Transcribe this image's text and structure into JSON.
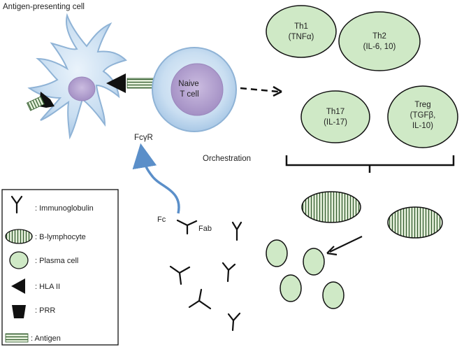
{
  "apc_label": "Antigen-presenting cell",
  "naive_cell": {
    "line1": "Naive",
    "line2": "T cell"
  },
  "fcgr_label": "FcγR",
  "orchestration_label": "Orchestration",
  "fc_label": "Fc",
  "fab_label": "Fab",
  "th_cells": [
    {
      "line1": "Th1",
      "line2": "(TNFα)",
      "line3": ""
    },
    {
      "line1": "Th2",
      "line2": "(IL-6, 10)",
      "line3": ""
    },
    {
      "line1": "Th17",
      "line2": "(IL-17)",
      "line3": ""
    },
    {
      "line1": "Treg",
      "line2": "(TGFβ,",
      "line3": "IL-10)"
    }
  ],
  "legend": [
    {
      "label": ": Immunoglobulin"
    },
    {
      "label": ": B-lymphocyte"
    },
    {
      "label": ": Plasma cell"
    },
    {
      "label": ": HLA II"
    },
    {
      "label": ": PRR"
    },
    {
      "label": ": Antigen"
    }
  ],
  "colors": {
    "th_fill": "#cfe9c6",
    "cell_body": "#c8dcf0",
    "nucleus": "#b7a6cf",
    "arrow_blue": "#5b8fc9"
  }
}
